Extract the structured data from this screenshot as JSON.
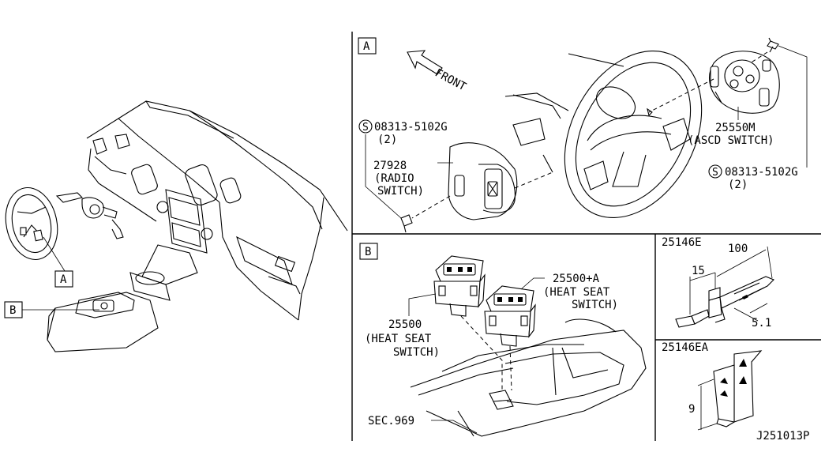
{
  "callouts": {
    "box_a": "A",
    "box_b": "B",
    "panel_a": "A",
    "panel_b": "B"
  },
  "panel_a": {
    "front": "FRONT",
    "screw_symbol_1": "S",
    "screw_1_part": "08313-5102G",
    "screw_1_qty": "(2)",
    "radio_part": "27928",
    "radio_name_1": "(RADIO",
    "radio_name_2": "SWITCH)",
    "ascd_part": "25550M",
    "ascd_name": "(ASCD SWITCH)",
    "screw_symbol_2": "S",
    "screw_2_part": "08313-5102G",
    "screw_2_qty": "(2)"
  },
  "panel_b": {
    "seat_a_part": "25500+A",
    "seat_a_name_1": "(HEAT SEAT",
    "seat_a_name_2": "SWITCH)",
    "seat_part": "25500",
    "seat_name_1": "(HEAT SEAT",
    "seat_name_2": "SWITCH)",
    "sec": "SEC.969"
  },
  "panel_c": {
    "part": "25146E",
    "dim_100": "100",
    "dim_15": "15",
    "dim_51": "5.1"
  },
  "panel_d": {
    "part": "25146EA",
    "dim_9": "9"
  },
  "drawing_code": "J251013P"
}
